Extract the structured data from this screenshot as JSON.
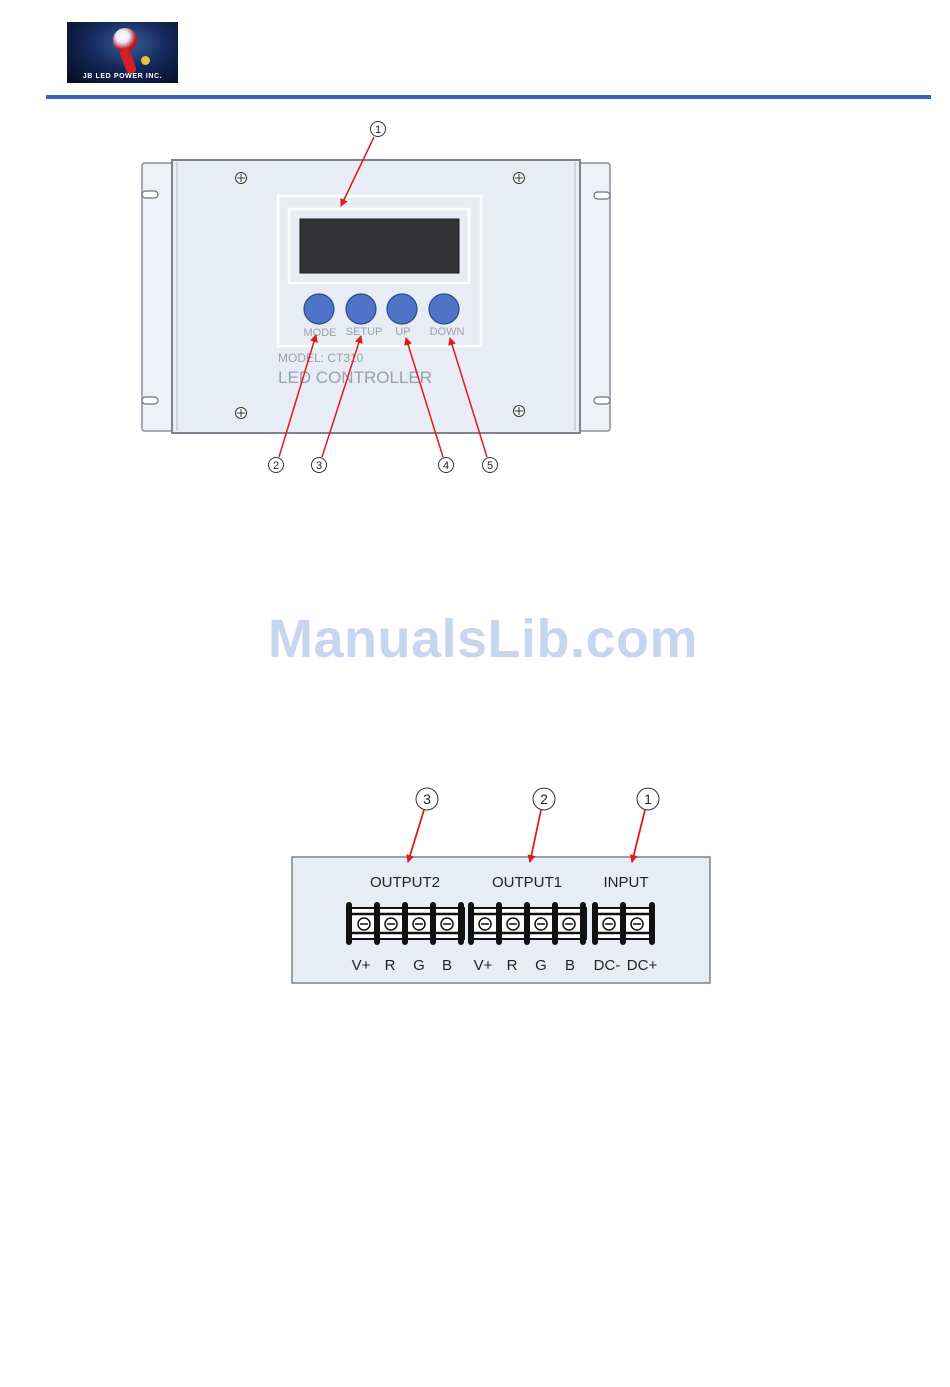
{
  "header": {
    "logo_text": "JB LED POWER INC."
  },
  "front_panel": {
    "buttons": [
      {
        "label": "MODE"
      },
      {
        "label": "SETUP"
      },
      {
        "label": "UP"
      },
      {
        "label": "DOWN"
      }
    ],
    "model_text": "MODEL: CT310",
    "product_text": "LED CONTROLLER",
    "callouts": [
      "1",
      "2",
      "3",
      "4",
      "5"
    ]
  },
  "watermark": "ManualsLib.com",
  "terminal_panel": {
    "groups": [
      {
        "label": "OUTPUT2"
      },
      {
        "label": "OUTPUT1"
      },
      {
        "label": "INPUT"
      }
    ],
    "terminal_labels": [
      "V+",
      "R",
      "G",
      "B",
      "V+",
      "R",
      "G",
      "B",
      "DC-",
      "DC+"
    ],
    "callouts": [
      "3",
      "2",
      "1"
    ]
  },
  "colors": {
    "accent_rule": "#3a63c8",
    "arrow_red": "#e01b1b",
    "button_blue": "#4f73c7",
    "panel_fill": "#e8ecf4"
  }
}
